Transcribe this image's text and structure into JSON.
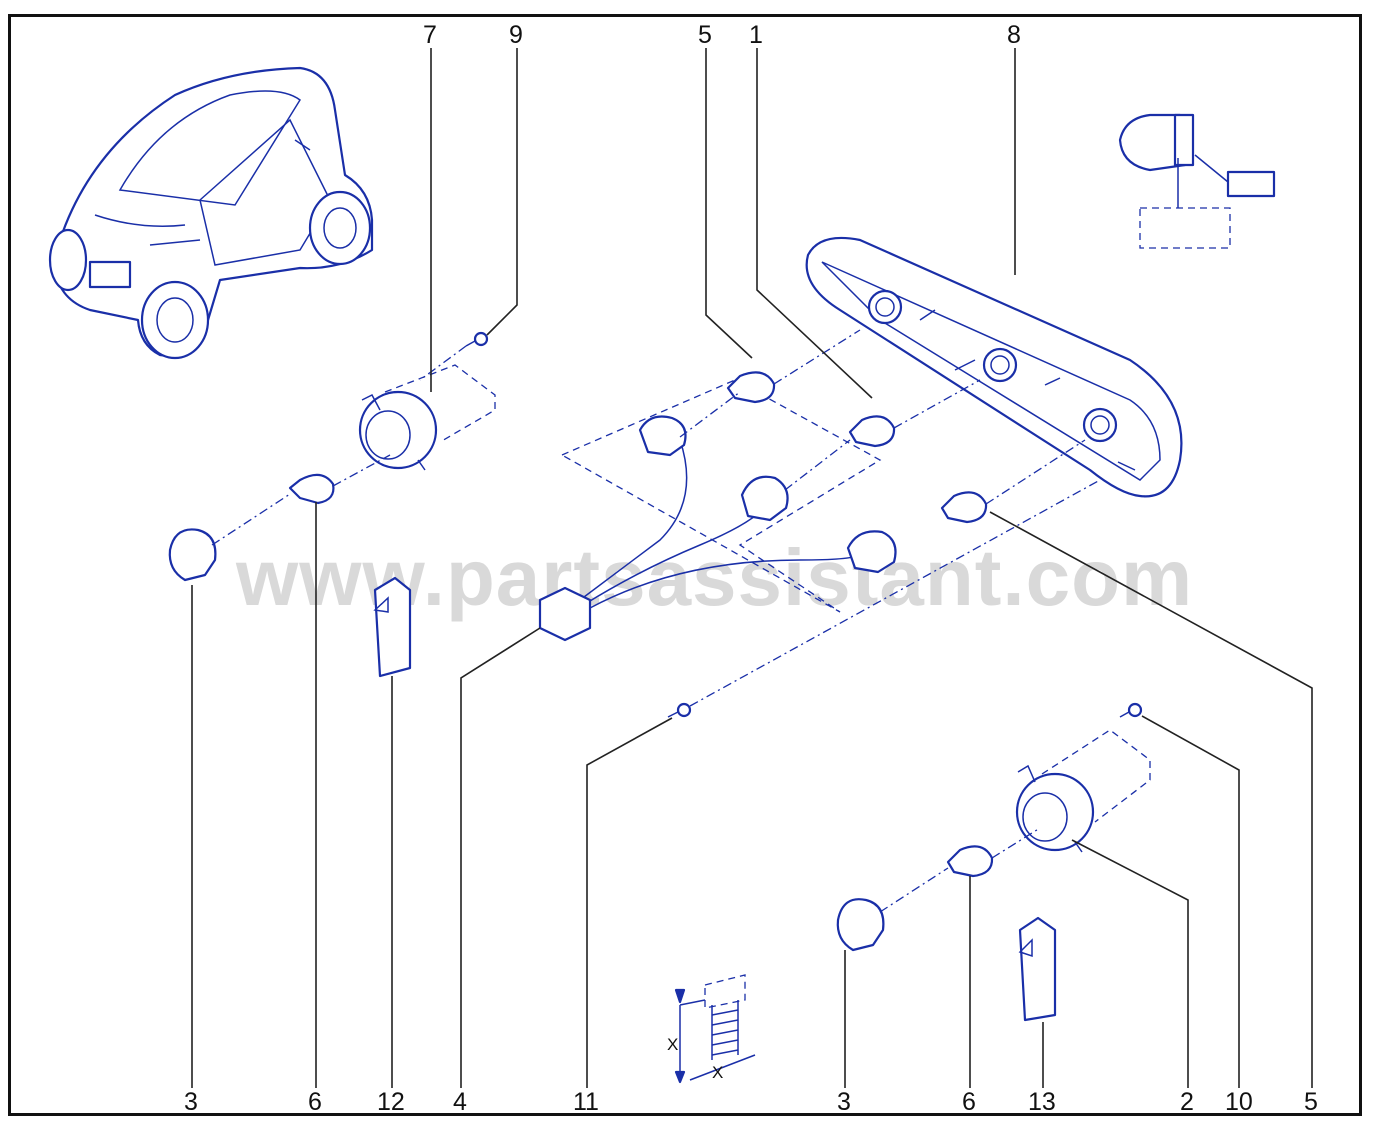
{
  "watermark": "www.partsassistant.com",
  "callouts": {
    "top_7": "7",
    "top_9": "9",
    "top_5": "5",
    "top_1": "1",
    "top_8": "8",
    "bottom_3a": "3",
    "bottom_6a": "6",
    "bottom_12": "12",
    "bottom_4": "4",
    "bottom_11": "11",
    "bottom_3b": "3",
    "bottom_6b": "6",
    "bottom_13": "13",
    "bottom_2": "2",
    "bottom_10": "10",
    "bottom_5": "5"
  },
  "detail_x": {
    "label_a": "X",
    "label_b": "X"
  },
  "colors": {
    "line_art": "#1a2fa8",
    "frame": "#111111",
    "watermark": "#d9d9d9"
  }
}
